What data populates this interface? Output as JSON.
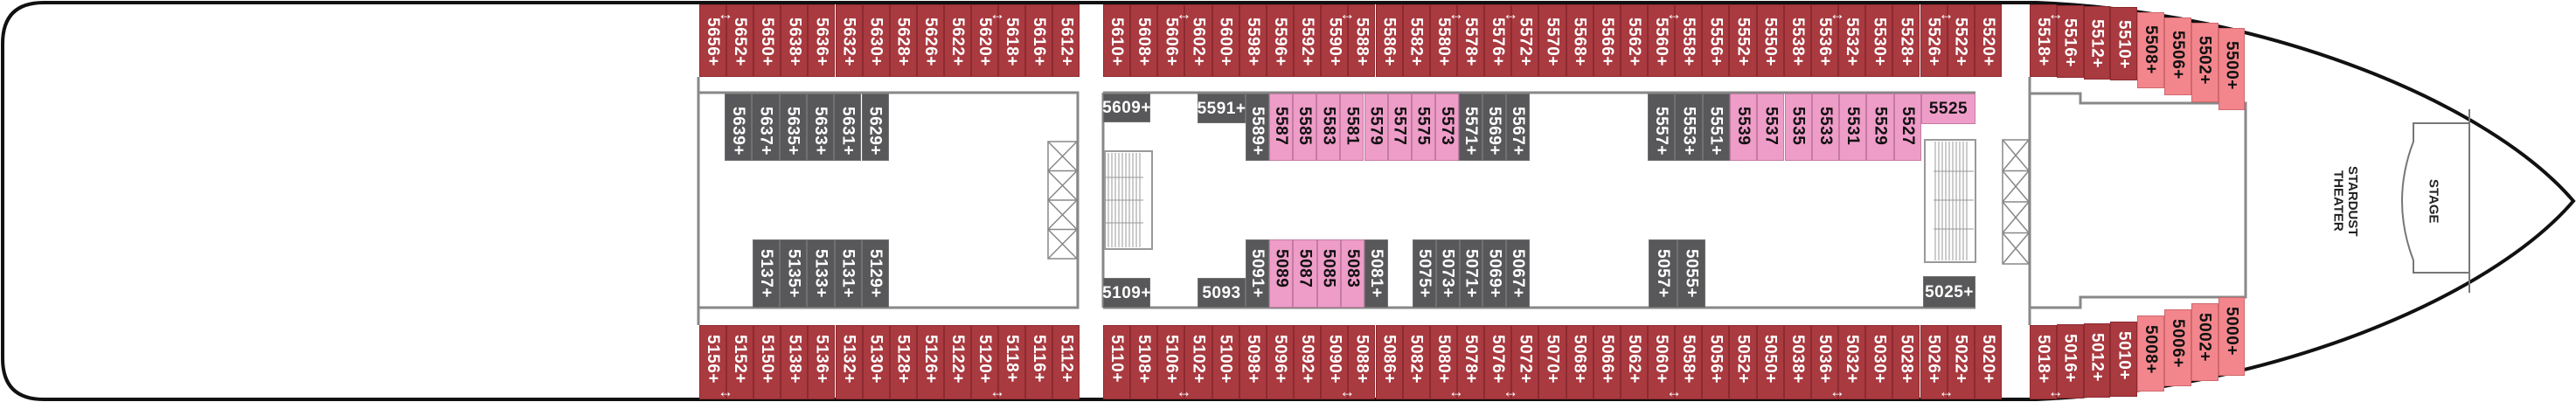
{
  "venues": {
    "theater": "STARDUST THEATER",
    "stage": "STAGE"
  },
  "colors": {
    "balcony": "#a93a40",
    "inside": "#58585a",
    "pink": "#ee9cc8",
    "salmon": "#f2868c"
  },
  "cabins": {
    "aft_top": [
      {
        "n": "5656+",
        "t": "red",
        "link": true
      },
      {
        "n": "5652+",
        "t": "red"
      },
      {
        "n": "5650+",
        "t": "red"
      },
      {
        "n": "5638+",
        "t": "red"
      },
      {
        "n": "5636+",
        "t": "red"
      },
      {
        "n": "5632+",
        "t": "red"
      },
      {
        "n": "5630+",
        "t": "red"
      },
      {
        "n": "5628+",
        "t": "red"
      },
      {
        "n": "5626+",
        "t": "red"
      },
      {
        "n": "5622+",
        "t": "red"
      },
      {
        "n": "5620+",
        "t": "red",
        "link": true
      },
      {
        "n": "5618+",
        "t": "red"
      },
      {
        "n": "5616+",
        "t": "red"
      },
      {
        "n": "5612+",
        "t": "red"
      }
    ],
    "mid_top": [
      {
        "n": "5610+",
        "t": "red"
      },
      {
        "n": "5608+",
        "t": "red"
      },
      {
        "n": "5606+",
        "t": "red",
        "link": true
      },
      {
        "n": "5602+",
        "t": "red"
      },
      {
        "n": "5600+",
        "t": "red"
      },
      {
        "n": "5598+",
        "t": "red"
      },
      {
        "n": "5596+",
        "t": "red"
      },
      {
        "n": "5592+",
        "t": "red"
      },
      {
        "n": "5590+",
        "t": "red",
        "link": true
      },
      {
        "n": "5588+",
        "t": "red"
      },
      {
        "n": "5586+",
        "t": "red"
      },
      {
        "n": "5582+",
        "t": "red"
      },
      {
        "n": "5580+",
        "t": "red",
        "link": true
      },
      {
        "n": "5578+",
        "t": "red"
      },
      {
        "n": "5576+",
        "t": "red",
        "link": true
      },
      {
        "n": "5572+",
        "t": "red"
      },
      {
        "n": "5570+",
        "t": "red"
      },
      {
        "n": "5568+",
        "t": "red"
      },
      {
        "n": "5566+",
        "t": "red"
      },
      {
        "n": "5562+",
        "t": "red"
      },
      {
        "n": "5560+",
        "t": "red",
        "link": true
      },
      {
        "n": "5558+",
        "t": "red"
      },
      {
        "n": "5556+",
        "t": "red"
      },
      {
        "n": "5552+",
        "t": "red"
      },
      {
        "n": "5550+",
        "t": "red"
      },
      {
        "n": "5538+",
        "t": "red"
      },
      {
        "n": "5536+",
        "t": "red",
        "link": true
      },
      {
        "n": "5532+",
        "t": "red"
      },
      {
        "n": "5530+",
        "t": "red"
      },
      {
        "n": "5528+",
        "t": "red"
      },
      {
        "n": "5526+",
        "t": "red",
        "link": true
      },
      {
        "n": "5522+",
        "t": "red"
      },
      {
        "n": "5520+",
        "t": "red"
      }
    ],
    "fwd_top": [
      {
        "n": "5518+",
        "t": "red",
        "link": true
      },
      {
        "n": "5516+",
        "t": "red"
      },
      {
        "n": "5512+",
        "t": "red"
      },
      {
        "n": "5510+",
        "t": "red"
      },
      {
        "n": "5508+",
        "t": "salmon"
      },
      {
        "n": "5506+",
        "t": "salmon"
      },
      {
        "n": "5502+",
        "t": "salmon"
      },
      {
        "n": "5500+",
        "t": "salmon"
      }
    ],
    "aft_bot": [
      {
        "n": "5156+",
        "t": "red",
        "link": true
      },
      {
        "n": "5152+",
        "t": "red"
      },
      {
        "n": "5150+",
        "t": "red"
      },
      {
        "n": "5138+",
        "t": "red"
      },
      {
        "n": "5136+",
        "t": "red"
      },
      {
        "n": "5132+",
        "t": "red"
      },
      {
        "n": "5130+",
        "t": "red"
      },
      {
        "n": "5128+",
        "t": "red"
      },
      {
        "n": "5126+",
        "t": "red"
      },
      {
        "n": "5122+",
        "t": "red"
      },
      {
        "n": "5120+",
        "t": "red",
        "link": true
      },
      {
        "n": "5118+",
        "t": "red"
      },
      {
        "n": "5116+",
        "t": "red"
      },
      {
        "n": "5112+",
        "t": "red"
      }
    ],
    "mid_bot": [
      {
        "n": "5110+",
        "t": "red"
      },
      {
        "n": "5108+",
        "t": "red"
      },
      {
        "n": "5106+",
        "t": "red",
        "link": true
      },
      {
        "n": "5102+",
        "t": "red"
      },
      {
        "n": "5100+",
        "t": "red"
      },
      {
        "n": "5098+",
        "t": "red"
      },
      {
        "n": "5096+",
        "t": "red"
      },
      {
        "n": "5092+",
        "t": "red"
      },
      {
        "n": "5090+",
        "t": "red",
        "link": true
      },
      {
        "n": "5088+",
        "t": "red"
      },
      {
        "n": "5086+",
        "t": "red"
      },
      {
        "n": "5082+",
        "t": "red"
      },
      {
        "n": "5080+",
        "t": "red",
        "link": true
      },
      {
        "n": "5078+",
        "t": "red"
      },
      {
        "n": "5076+",
        "t": "red",
        "link": true
      },
      {
        "n": "5072+",
        "t": "red"
      },
      {
        "n": "5070+",
        "t": "red"
      },
      {
        "n": "5068+",
        "t": "red"
      },
      {
        "n": "5066+",
        "t": "red"
      },
      {
        "n": "5062+",
        "t": "red"
      },
      {
        "n": "5060+",
        "t": "red",
        "link": true
      },
      {
        "n": "5058+",
        "t": "red"
      },
      {
        "n": "5056+",
        "t": "red"
      },
      {
        "n": "5052+",
        "t": "red"
      },
      {
        "n": "5050+",
        "t": "red"
      },
      {
        "n": "5038+",
        "t": "red"
      },
      {
        "n": "5036+",
        "t": "red",
        "link": true
      },
      {
        "n": "5032+",
        "t": "red"
      },
      {
        "n": "5030+",
        "t": "red"
      },
      {
        "n": "5028+",
        "t": "red"
      },
      {
        "n": "5026+",
        "t": "red",
        "link": true
      },
      {
        "n": "5022+",
        "t": "red"
      },
      {
        "n": "5020+",
        "t": "red"
      }
    ],
    "fwd_bot": [
      {
        "n": "5018+",
        "t": "red",
        "link": true
      },
      {
        "n": "5016+",
        "t": "red"
      },
      {
        "n": "5012+",
        "t": "red"
      },
      {
        "n": "5010+",
        "t": "red"
      },
      {
        "n": "5008+",
        "t": "salmon"
      },
      {
        "n": "5006+",
        "t": "salmon"
      },
      {
        "n": "5002+",
        "t": "salmon"
      },
      {
        "n": "5000+",
        "t": "salmon"
      }
    ],
    "aft_inner_top": [
      {
        "n": "5639+",
        "t": "gray"
      },
      {
        "n": "5637+",
        "t": "gray"
      },
      {
        "n": "5635+",
        "t": "gray"
      },
      {
        "n": "5633+",
        "t": "gray"
      },
      {
        "n": "5631+",
        "t": "gray"
      },
      {
        "n": "5629+",
        "t": "gray"
      }
    ],
    "aft_inner_bot": [
      {
        "n": "5137+",
        "t": "gray"
      },
      {
        "n": "5135+",
        "t": "gray"
      },
      {
        "n": "5133+",
        "t": "gray"
      },
      {
        "n": "5131+",
        "t": "gray"
      },
      {
        "n": "5129+",
        "t": "gray"
      }
    ],
    "mid_inner_top": [
      {
        "n": "5589+",
        "t": "gray"
      },
      {
        "n": "5587",
        "t": "pink"
      },
      {
        "n": "5585",
        "t": "pink"
      },
      {
        "n": "5583",
        "t": "pink"
      },
      {
        "n": "5581",
        "t": "pink"
      },
      {
        "n": "5579",
        "t": "pink"
      },
      {
        "n": "5577",
        "t": "pink"
      },
      {
        "n": "5575",
        "t": "pink"
      },
      {
        "n": "5573",
        "t": "pink"
      },
      {
        "n": "5571+",
        "t": "gray"
      },
      {
        "n": "5569+",
        "t": "gray"
      },
      {
        "n": "5567+",
        "t": "gray"
      }
    ],
    "mid_inner_bot": [
      {
        "n": "5091+",
        "t": "gray"
      },
      {
        "n": "5089",
        "t": "pink"
      },
      {
        "n": "5087",
        "t": "pink"
      },
      {
        "n": "5085",
        "t": "pink"
      },
      {
        "n": "5083",
        "t": "pink"
      },
      {
        "n": "5081+",
        "t": "gray"
      }
    ],
    "mid_inner_bot2": [
      {
        "n": "5075+",
        "t": "gray"
      },
      {
        "n": "5073+",
        "t": "gray"
      },
      {
        "n": "5071+",
        "t": "gray"
      },
      {
        "n": "5069+",
        "t": "gray"
      },
      {
        "n": "5067+",
        "t": "gray"
      }
    ],
    "fwd_inner_top": [
      {
        "n": "5557+",
        "t": "gray"
      },
      {
        "n": "5553+",
        "t": "gray"
      },
      {
        "n": "5551+",
        "t": "gray"
      },
      {
        "n": "5539",
        "t": "pink"
      },
      {
        "n": "5537",
        "t": "pink"
      },
      {
        "n": "5535",
        "t": "pink"
      },
      {
        "n": "5533",
        "t": "pink"
      },
      {
        "n": "5531",
        "t": "pink"
      },
      {
        "n": "5529",
        "t": "pink"
      },
      {
        "n": "5527",
        "t": "pink"
      }
    ],
    "fwd_inner_bot": [
      {
        "n": "5057+",
        "t": "gray"
      },
      {
        "n": "5055+",
        "t": "gray"
      }
    ],
    "boxes": [
      {
        "n": "5609+",
        "t": "gray"
      },
      {
        "n": "5109+",
        "t": "gray"
      },
      {
        "n": "5591+",
        "t": "gray"
      },
      {
        "n": "5093",
        "t": "gray"
      },
      {
        "n": "5525",
        "t": "pink"
      },
      {
        "n": "5025+",
        "t": "gray"
      }
    ]
  }
}
